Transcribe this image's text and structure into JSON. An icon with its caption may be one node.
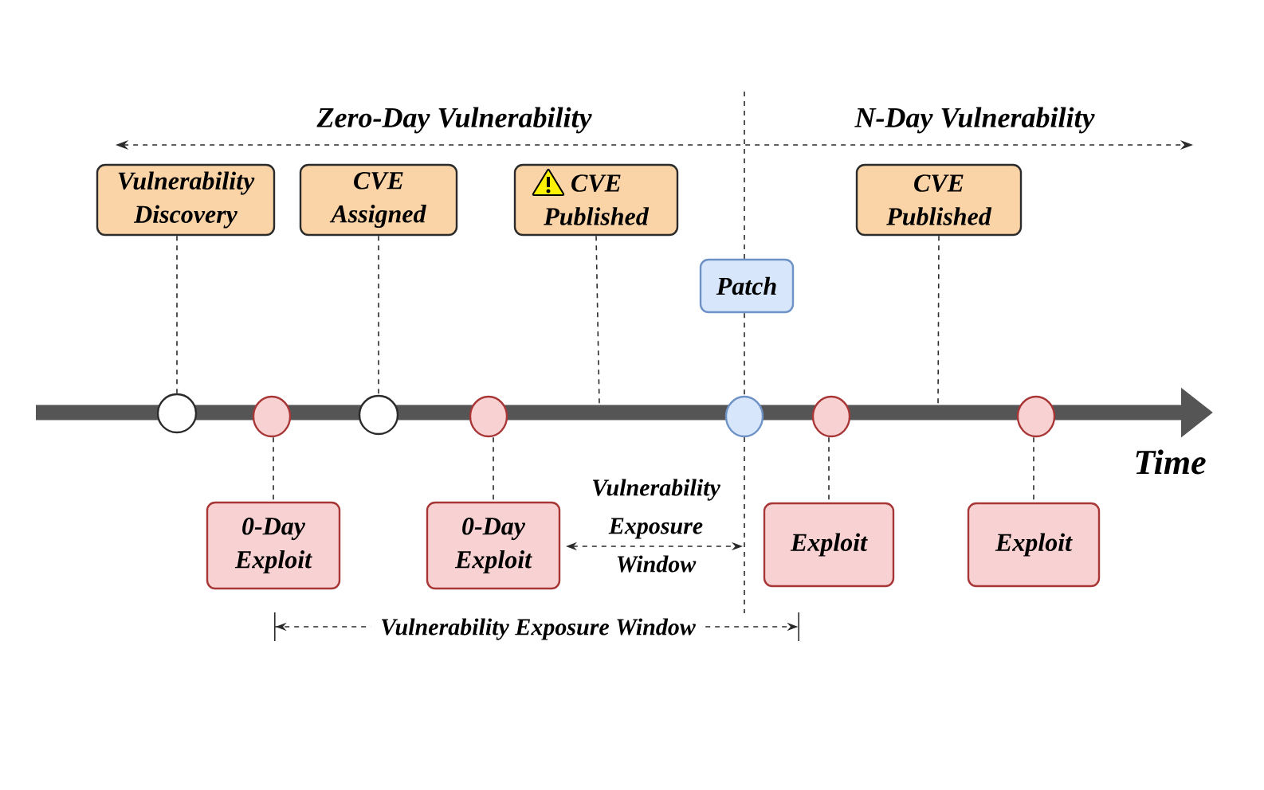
{
  "diagram": {
    "nodes": [
      {
        "text": [
          "Vulnerability Discovery"
        ]
      },
      {
        "text": [
          "CVE Assigned"
        ]
      },
      {
        "text": [
          "CVE Published"
        ]
      },
      {
        "text": [
          "CVE Published"
        ]
      },
      {
        "text": [
          "Patch"
        ]
      },
      {
        "text": [],
        "shape": "circle"
      },
      {
        "text": [],
        "shape": "circle"
      },
      {
        "text": [],
        "shape": "circle"
      },
      {
        "text": [],
        "shape": "circle"
      },
      {
        "text": [],
        "shape": "circle"
      },
      {
        "text": [],
        "shape": "circle"
      },
      {
        "text": [],
        "shape": "circle"
      },
      {
        "text": [
          "0-Day Exploit"
        ]
      },
      {
        "text": [
          "0-Day Exploit"
        ]
      },
      {
        "text": [
          "Exploit"
        ]
      },
      {
        "text": [
          "Exploit"
        ]
      }
    ],
    "edges": [
      {
        "from": 0,
        "to": 5,
        "arrow": "none",
        "style": "dashed"
      },
      {
        "from": 1,
        "to": 7,
        "arrow": "none",
        "style": "dashed"
      },
      {
        "from": 2,
        "to": null,
        "arrow": "none",
        "style": "dashed"
      },
      {
        "from": 3,
        "to": null,
        "arrow": "none",
        "style": "dashed"
      },
      {
        "from": 4,
        "to": 9,
        "arrow": "none",
        "style": "dashed"
      },
      {
        "from": 6,
        "to": 12,
        "arrow": "none",
        "style": "dashed"
      },
      {
        "from": 8,
        "to": 13,
        "arrow": "none",
        "style": "dashed"
      },
      {
        "from": 10,
        "to": 14,
        "arrow": "none",
        "style": "dashed"
      },
      {
        "from": 11,
        "to": 15,
        "arrow": "none",
        "style": "dashed"
      }
    ],
    "labels": [
      "Zero-Day Vulnerability",
      "N-Day Vulnerability",
      "Time",
      "Vulnerability Exposure Window",
      "Vulnerability Exposure Window"
    ]
  }
}
